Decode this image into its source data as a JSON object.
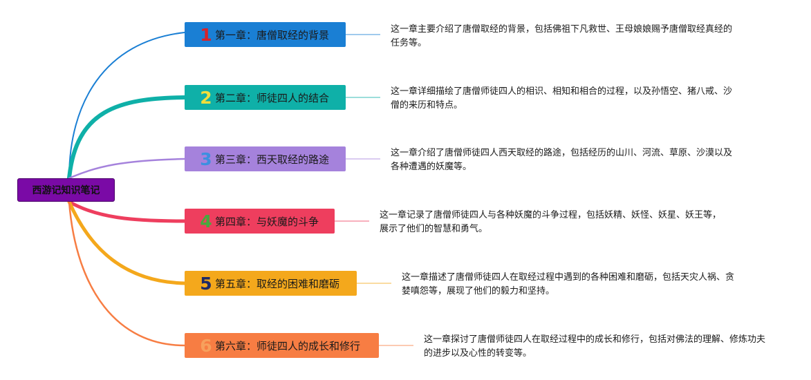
{
  "root": {
    "label": "西游记知识笔记",
    "color": "#7a0aa6"
  },
  "chapters": [
    {
      "num": "1",
      "title": "第一章：唐僧取经的背景",
      "description": "这一章主要介绍了唐僧取经的背景，包括佛祖下凡救世、王母娘娘赐予唐僧取经真经的任务等。",
      "box_color": "#1a7fd4",
      "num_color": "#d8222a",
      "line_color": "#1a7fd4"
    },
    {
      "num": "2",
      "title": "第二章：师徒四人的结合",
      "description": "这一章详细描绘了唐僧师徒四人的相识、相知和相合的过程，以及孙悟空、猪八戒、沙僧的来历和特点。",
      "box_color": "#0fb0a8",
      "num_color": "#f0de3c",
      "line_color": "#0fb0a8"
    },
    {
      "num": "3",
      "title": "第三章：西天取经的路途",
      "description": "这一章介绍了唐僧师徒四人西天取经的路途，包括经历的山川、河流、草原、沙漠以及各种遭遇的妖魔等。",
      "box_color": "#a582dc",
      "num_color": "#3d8fe0",
      "line_color": "#a582dc"
    },
    {
      "num": "4",
      "title": "第四章：与妖魔的斗争",
      "description": "这一章记录了唐僧师徒四人与各种妖魔的斗争过程，包括妖精、妖怪、妖星、妖王等，展示了他们的智慧和勇气。",
      "box_color": "#ee3e5e",
      "num_color": "#48a83e",
      "line_color": "#ee3e5e"
    },
    {
      "num": "5",
      "title": "第五章：取经的困难和磨砺",
      "description": "这一章描述了唐僧师徒四人在取经过程中遇到的各种困难和磨砺，包括天灾人祸、贪婪嗔怨等，展现了他们的毅力和坚持。",
      "box_color": "#f4a81c",
      "num_color": "#1f2a66",
      "line_color": "#f4a81c"
    },
    {
      "num": "6",
      "title": "第六章：师徒四人的成长和修行",
      "description": "这一章探讨了唐僧师徒四人在取经过程中的成长和修行，包括对佛法的理解、修炼功夫的进步以及心性的转变等。",
      "box_color": "#f77d43",
      "num_color": "#f7a05c",
      "line_color": "#f77d43"
    }
  ]
}
